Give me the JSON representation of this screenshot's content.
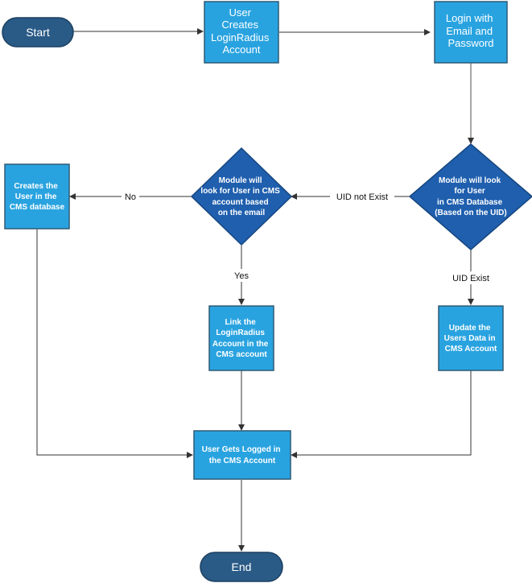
{
  "colors": {
    "terminator_fill": "#2a5a86",
    "terminator_stroke": "#1c3f60",
    "process_fill": "#29a3e0",
    "process_stroke": "#2f5a75",
    "decision_fill": "#1f5fae",
    "decision_stroke": "#17467f",
    "edge": "#333333"
  },
  "nodes": {
    "start": {
      "label": "Start"
    },
    "create_account": {
      "lines": [
        "User",
        "Creates",
        "LoginRadius",
        "Account"
      ]
    },
    "login": {
      "lines": [
        "Login with",
        "Email and",
        "Password"
      ]
    },
    "lookup_uid": {
      "lines": [
        "Module will look",
        "for User",
        "in CMS Database",
        "(Based on the UID)"
      ]
    },
    "lookup_email": {
      "lines": [
        "Module will",
        "look for User in CMS",
        "account based",
        "on the email"
      ]
    },
    "create_user": {
      "lines": [
        "Creates the",
        "User in the",
        "CMS database"
      ]
    },
    "link_account": {
      "lines": [
        "Link the",
        "LoginRadius",
        "Account in the",
        "CMS account"
      ]
    },
    "update_user": {
      "lines": [
        "Update the",
        "Users Data in",
        "CMS Account"
      ]
    },
    "logged_in": {
      "lines": [
        "User Gets Logged in",
        "the CMS Account"
      ]
    },
    "end": {
      "label": "End"
    }
  },
  "edges": {
    "uid_not_exist": "UID not Exist",
    "no": "No",
    "yes": "Yes",
    "uid_exist": "UID Exist"
  }
}
